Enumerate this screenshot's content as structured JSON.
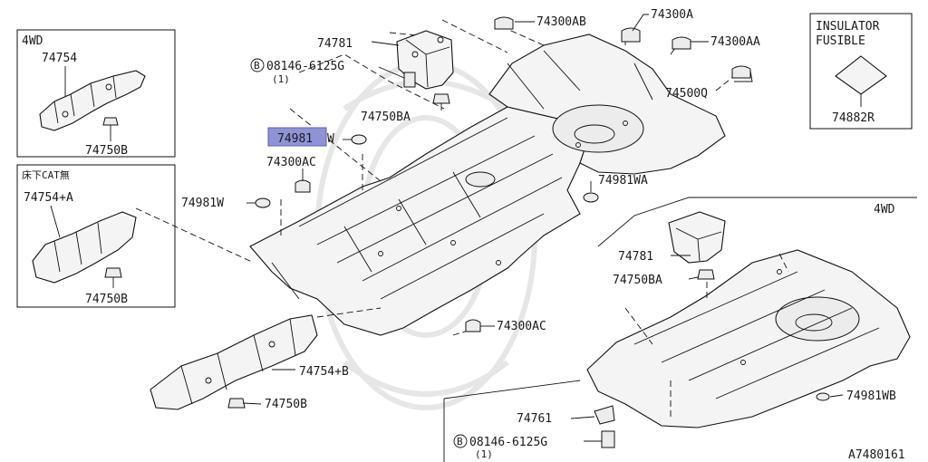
{
  "figure_id": "A7480161",
  "insets": {
    "four_wd_top": {
      "title": "4WD",
      "part": "74754",
      "nut": "74750B"
    },
    "cat": {
      "title": "床下CAT無",
      "part": "74754+A",
      "nut": "74750B"
    },
    "insulator": {
      "line1": "INSULATOR",
      "line2": "FUSIBLE",
      "part": "74882R"
    }
  },
  "four_wd_region": {
    "title": "4WD"
  },
  "labels": {
    "p74781": "74781",
    "bolt_top_code": "08146-6125G",
    "bolt_top_qty": "(1)",
    "p74750BA": "74750BA",
    "p74981W_hl": "74981",
    "p74981W_hl_suffix": "W",
    "p74300AC_top": "74300AC",
    "p74981W_left": "74981W",
    "p74300AB": "74300AB",
    "p74300A": "74300A",
    "p74300AA": "74300AA",
    "p74500Q": "74500Q",
    "p74981WA": "74981WA",
    "p74300AC_mid": "74300AC",
    "p74754B": "74754+B",
    "p74750B_bottom": "74750B",
    "p74781_4wd": "74781",
    "p74750BA_4wd": "74750BA",
    "p74981WB": "74981WB",
    "p74761": "74761",
    "bolt_bottom_code": "08146-6125G",
    "bolt_bottom_qty": "(1)",
    "bolt_symbol": "B"
  }
}
